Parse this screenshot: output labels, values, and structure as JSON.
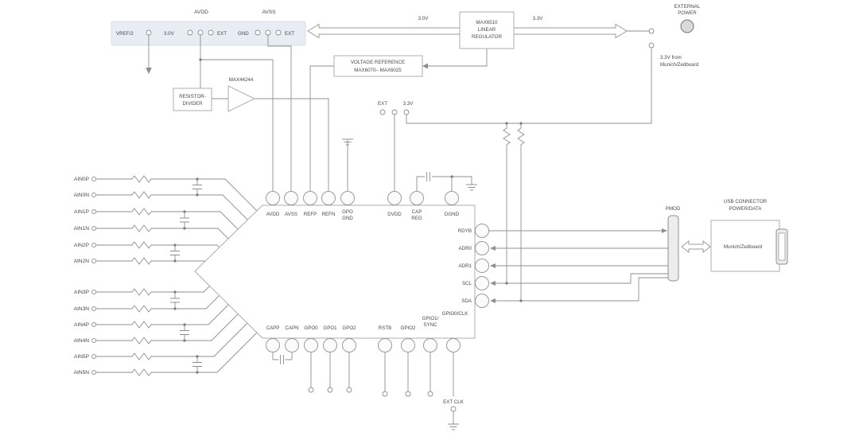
{
  "top_panel": {
    "avdd": "AVDD",
    "avss": "AVSS",
    "vref2": "VREF/2",
    "v30": "3.0V",
    "ext_a": "EXT",
    "gnd": "GND",
    "ext_b": "EXT"
  },
  "power": {
    "rail_30": "3.0V",
    "rail_33": "3.3V",
    "regulator": [
      "MAX6510",
      "LINEAR",
      "REGULATOR"
    ],
    "external_power": [
      "EXTERNAL",
      "POWER"
    ],
    "from_board": [
      "3.3V from",
      "Munich/Zedboard"
    ]
  },
  "reference": {
    "vref_block": [
      "VOLTAGE REFERENCE",
      "MAX6070– MAX6025"
    ],
    "res_divider": [
      "RESISTOR-",
      "DIVIDER"
    ],
    "opamp": "MAX44244"
  },
  "dvdd_jumper": {
    "ext": "EXT",
    "v33": "3.3V"
  },
  "chip": {
    "top_pins": [
      "AVDD",
      "AVSS",
      "REFP",
      "REFN"
    ],
    "gpo_gnd": [
      "GPO",
      "GND"
    ],
    "dvdd": "DVDD",
    "cap_reg": [
      "CAP",
      "REG"
    ],
    "dgnd": "DGND",
    "right_pins": [
      "RDYB",
      "ADR0",
      "ADR1",
      "SCL",
      "SDA"
    ],
    "bottom_pins": [
      "CAPP",
      "CAPN",
      "GPO0",
      "GPO1",
      "GPO2",
      "RSTB",
      "GPIO2"
    ],
    "gpio1_sync": [
      "GPIO1/",
      "SYNC"
    ],
    "gpio0_clk": "GPIO0/CLK"
  },
  "inputs": {
    "labels": [
      "AIN0P",
      "AIN0N",
      "AIN1P",
      "AIN1N",
      "AIN2P",
      "AIN2N",
      "AIN3P",
      "AIN3N",
      "AIN4P",
      "AIN4N",
      "AIN5P",
      "AIN5N"
    ]
  },
  "interface": {
    "pmod": "PMOD",
    "usb": [
      "USB CONNECTOR",
      "POWER/DATA"
    ],
    "board": "Munich/Zedboard"
  },
  "clock": {
    "ext_clk": "EXT CLK"
  }
}
